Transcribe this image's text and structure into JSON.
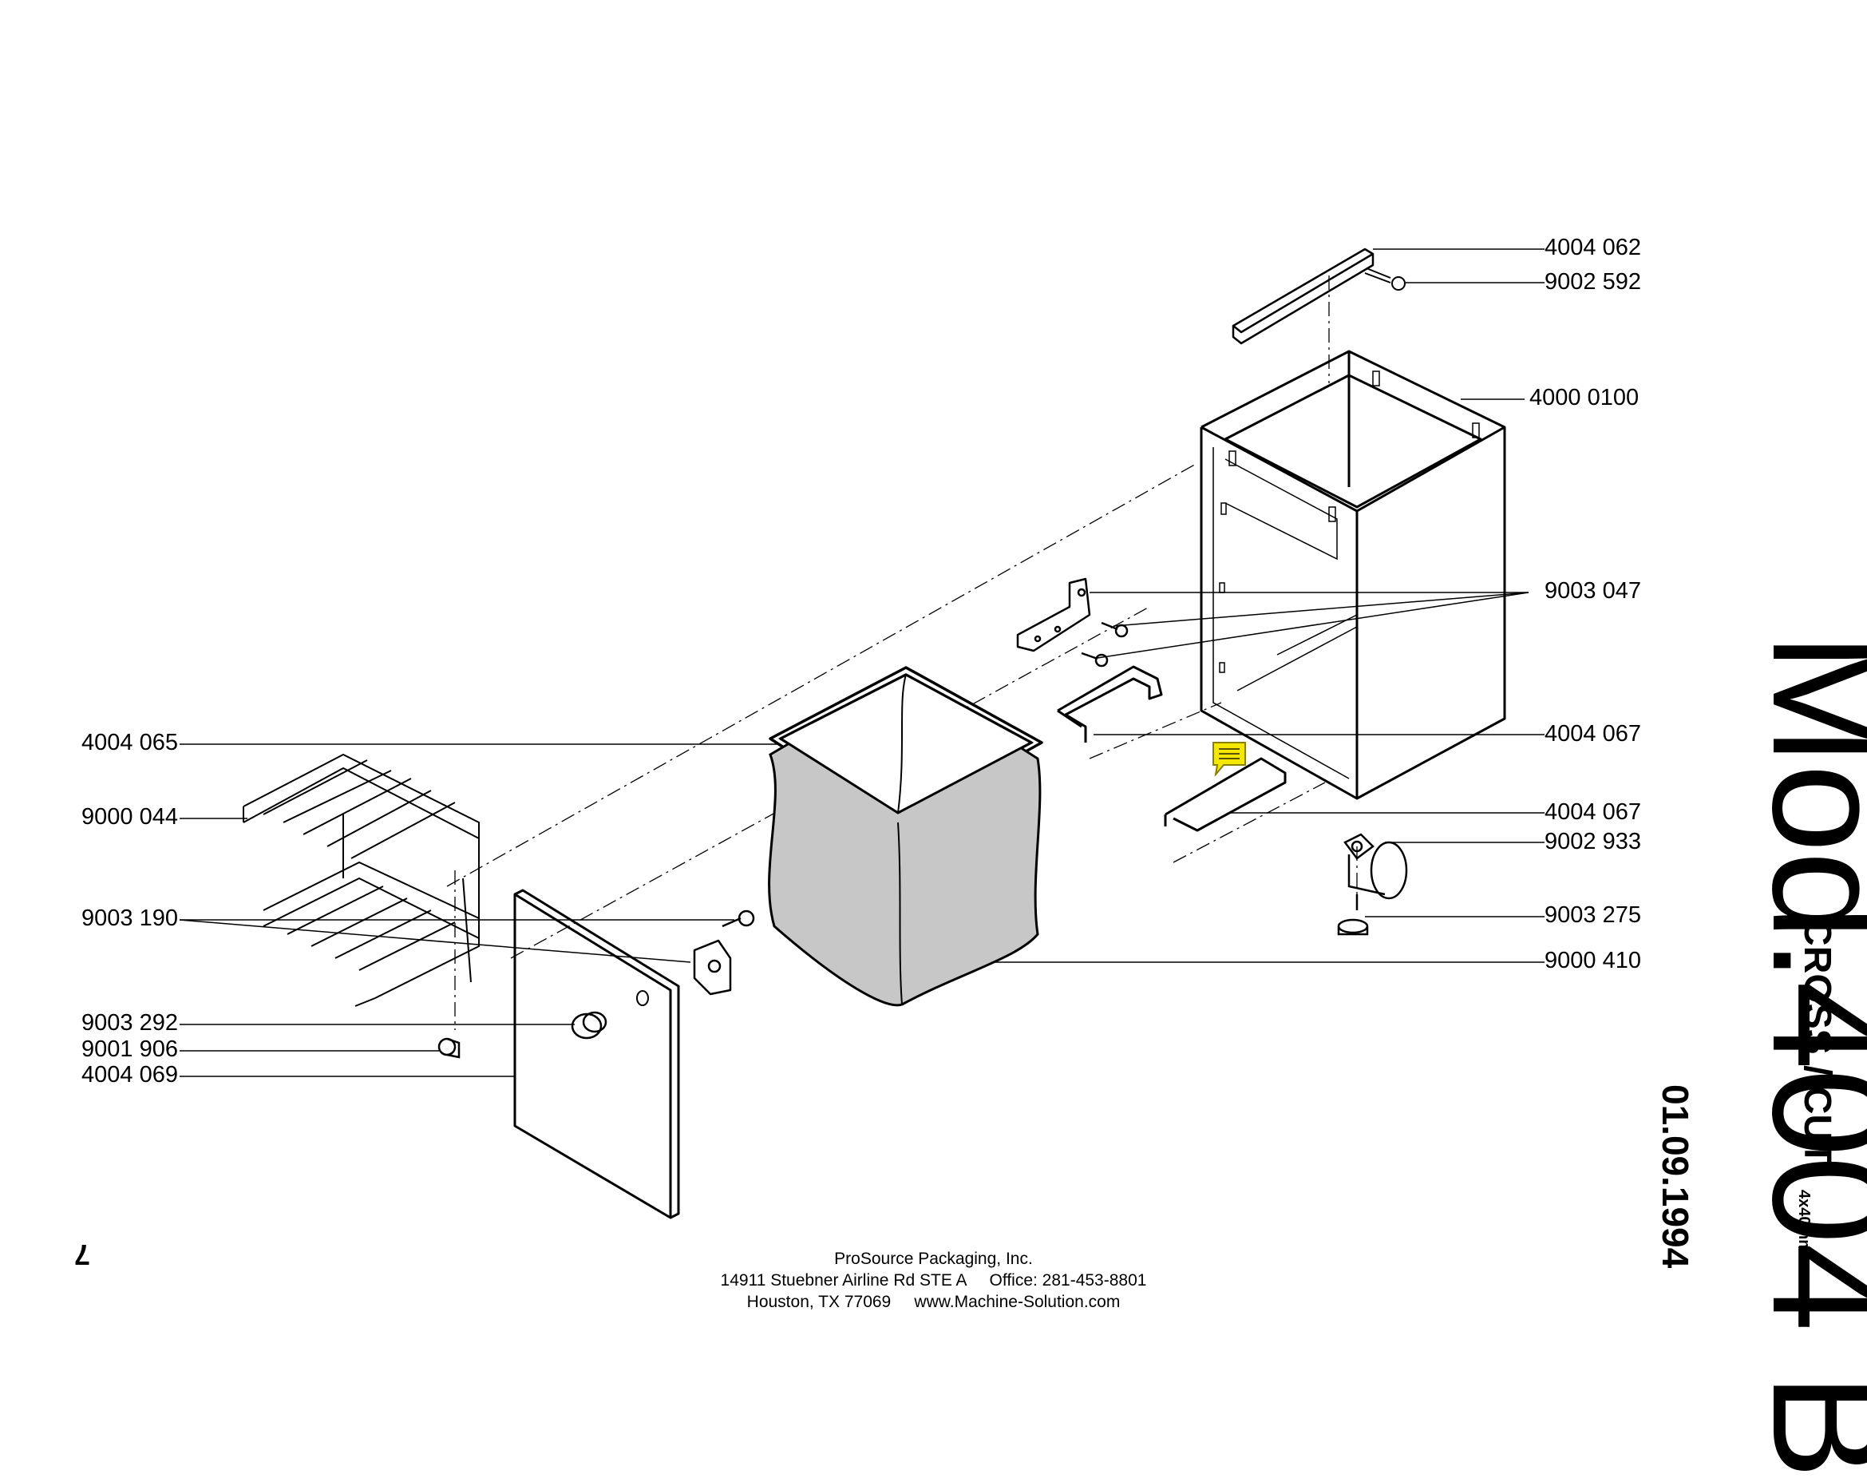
{
  "part_labels": {
    "right": [
      "4004 062",
      "9002 592",
      "4000 0100",
      "9003 047",
      "4004 067",
      "4004 067",
      "9002 933",
      "9003 275",
      "9000 410"
    ],
    "left": [
      "4004 065",
      "9000 044",
      "9003 190",
      "9003 292",
      "9001 906",
      "4004 069"
    ]
  },
  "title": {
    "model": "Mod.4004 B",
    "variant": "CROSS / CUT",
    "size": "4x40mm",
    "date": "01.09.1994"
  },
  "page_number": "7",
  "footer": {
    "company": "ProSource Packaging, Inc.",
    "address_line": "14911 Stuebner Airline Rd STE A     Office: 281-453-8801",
    "city_line": "Houston, TX 77069     www.Machine-Solution.com"
  },
  "note_icon": {
    "name": "comment-note-icon",
    "color": "#f5e800"
  }
}
